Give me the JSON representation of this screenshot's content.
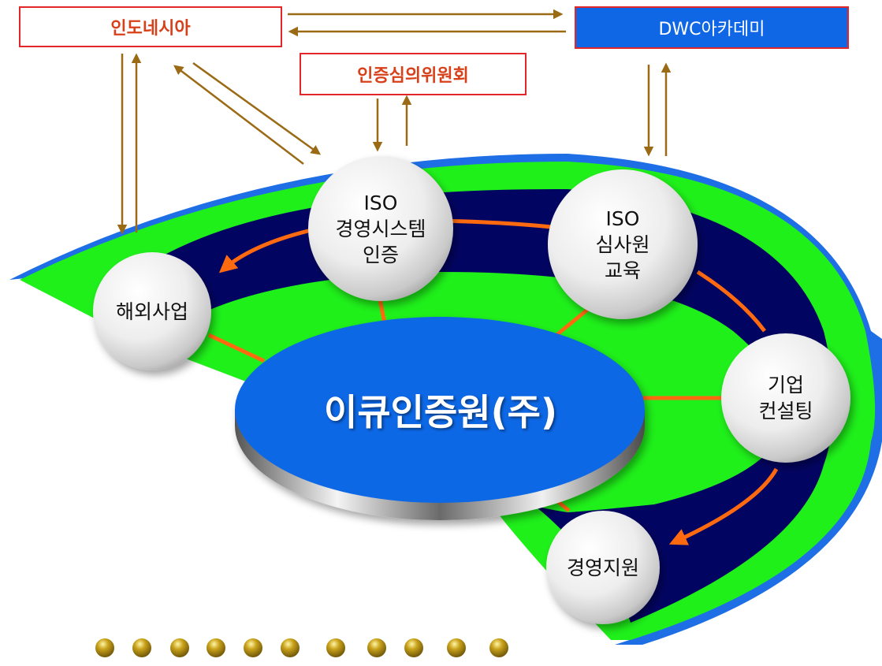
{
  "top_boxes": {
    "indonesia": "인도네시아",
    "committee": "인증심의위원회",
    "academy": "DWC아카데미"
  },
  "center": {
    "title": "이큐인증원(주)"
  },
  "nodes": {
    "iso_cert": [
      "ISO",
      "경영시스템",
      "인증"
    ],
    "iso_training": [
      "ISO",
      "심사원",
      "교육"
    ],
    "overseas": [
      "해외사업"
    ],
    "consulting": [
      "기업",
      "컨설팅"
    ],
    "management_support": [
      "경영지원"
    ]
  },
  "colors": {
    "outer_blue": "#1e6fe6",
    "green_band": "#1ff01a",
    "navy_band": "#020462",
    "orange_arrow": "#ff6a10",
    "connector_arrow": "#9a6a14",
    "center_blue": "#0f67e6",
    "box_border": "#e3262a"
  },
  "decoration": {
    "bead_count": 11
  }
}
